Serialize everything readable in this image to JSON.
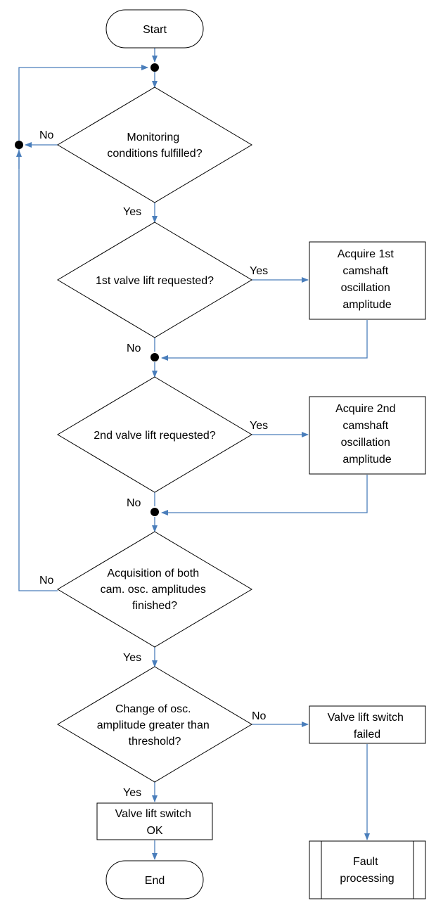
{
  "diagram": {
    "start_label": "Start",
    "end_label": "End",
    "decision_monitoring": [
      "Monitoring",
      "conditions fulfilled?"
    ],
    "decision_lift1": [
      "1st valve lift requested?"
    ],
    "decision_lift2": [
      "2nd valve lift requested?"
    ],
    "decision_acquisition": [
      "Acquisition of both",
      "cam. osc. amplitudes",
      "finished?"
    ],
    "decision_change": [
      "Change of osc.",
      "amplitude greater than",
      "threshold?"
    ],
    "process_acquire1": [
      "Acquire 1st",
      "camshaft",
      "oscillation",
      "amplitude"
    ],
    "process_acquire2": [
      "Acquire 2nd",
      "camshaft",
      "oscillation",
      "amplitude"
    ],
    "process_failed": [
      "Valve lift switch",
      "failed"
    ],
    "process_ok": [
      "Valve lift switch",
      "OK"
    ],
    "process_fault": [
      "Fault",
      "processing"
    ],
    "edge_labels": {
      "monitoring_no": "No",
      "monitoring_yes": "Yes",
      "lift1_yes": "Yes",
      "lift1_no": "No",
      "lift2_yes": "Yes",
      "lift2_no": "No",
      "acquisition_no": "No",
      "acquisition_yes": "Yes",
      "change_no": "No",
      "change_yes": "Yes"
    }
  }
}
